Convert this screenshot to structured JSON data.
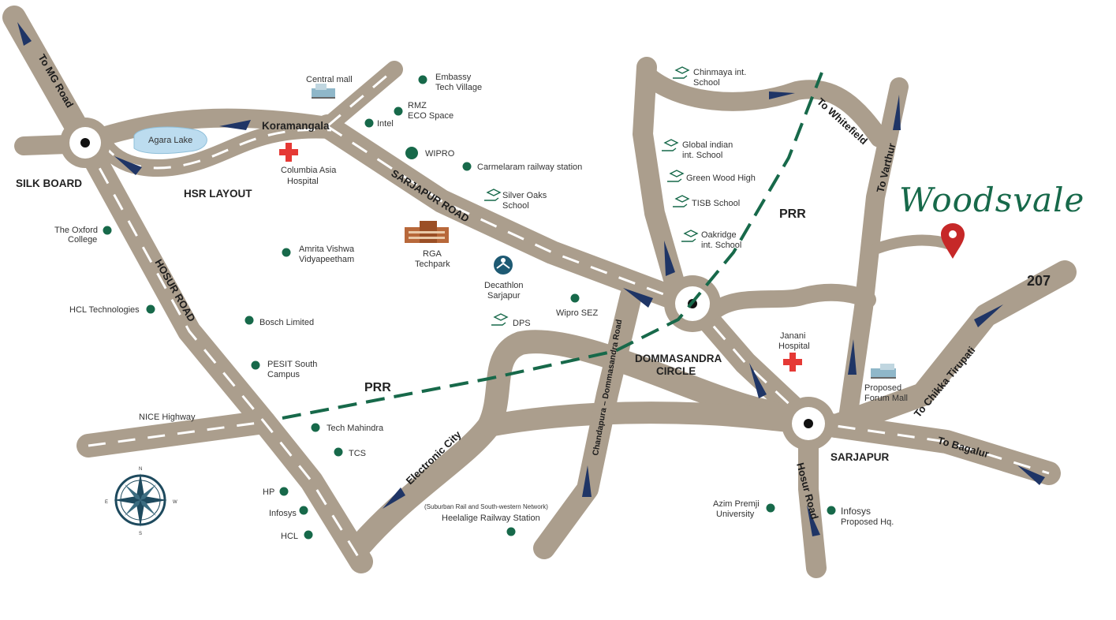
{
  "brand": {
    "name": "Woodsvale",
    "color": "#17694a"
  },
  "colors": {
    "road": "#ab9e8d",
    "arrow": "#1f3566",
    "poi_dot": "#17694a",
    "prr_line": "#17694a",
    "marker": "#c62828",
    "hospital": "#e53935"
  },
  "area_labels": {
    "silk_board": "SILK BOARD",
    "hsr_layout": "HSR LAYOUT",
    "koramangala": "Koramangala",
    "dommasandra_1": "DOMMASANDRA",
    "dommasandra_2": "CIRCLE",
    "sarjapur": "SARJAPUR",
    "prr_east": "PRR",
    "prr_west": "PRR",
    "agara_lake": "Agara Lake",
    "nh_number": "207"
  },
  "road_labels": {
    "to_mg_road": "To MG Road",
    "hosur_road_west": "HOSUR ROAD",
    "sarjapur_road": "SARJAPUR ROAD",
    "to_whitefield": "To Whitefield",
    "to_varthur": "To Varthur",
    "chandapura": "Chandapura – Dommasandra Road",
    "electronic_city": "Electronic City",
    "hosur_road_east": "Hosur Road",
    "to_bagalur": "To Bagalur",
    "to_chikka_tirupati": "To Chikka Tirupati",
    "nice_highway": "NICE Highway"
  },
  "poi": {
    "central_mall": "Central mall",
    "embassy_1": "Embassy",
    "embassy_2": "Tech Village",
    "rmz_1": "RMZ",
    "rmz_2": "ECO Space",
    "intel": "Intel",
    "wipro": "WIPRO",
    "carmelaram": "Carmelaram railway station",
    "columbia_1": "Columbia Asia",
    "columbia_2": "Hospital",
    "silver_oaks_1": "Silver Oaks",
    "silver_oaks_2": "School",
    "rga_1": "RGA",
    "rga_2": "Techpark",
    "decathlon_1": "Decathlon",
    "decathlon_2": "Sarjapur",
    "wipro_sez": "Wipro SEZ",
    "dps": "DPS",
    "oxford_1": "The Oxford",
    "oxford_2": "College",
    "amrita_1": "Amrita Vishwa",
    "amrita_2": "Vidyapeetham",
    "hcl_tech": "HCL Technologies",
    "bosch": "Bosch Limited",
    "pesit_1": "PESIT South",
    "pesit_2": "Campus",
    "tech_mahindra": "Tech Mahindra",
    "tcs": "TCS",
    "hp": "HP",
    "infosys": "Infosys",
    "hcl": "HCL",
    "rail_note": "(Suburban Rail and South-western Network)",
    "heelalige": "Heelalige Railway Station",
    "chinmaya_1": "Chinmaya int.",
    "chinmaya_2": "School",
    "global_1": "Global indian",
    "global_2": "int. School",
    "green_wood": "Green Wood High",
    "tisb": "TISB School",
    "oakridge_1": "Oakridge",
    "oakridge_2": "int. School",
    "janani_1": "Janani",
    "janani_2": "Hospital",
    "forum_1": "Proposed",
    "forum_2": "Forum Mall",
    "azim_1": "Azim Premji",
    "azim_2": "University",
    "infosys_hq_1": "Infosys",
    "infosys_hq_2": "Proposed Hq."
  },
  "compass": {
    "n": "N",
    "s": "S",
    "e": "E",
    "w": "W"
  }
}
